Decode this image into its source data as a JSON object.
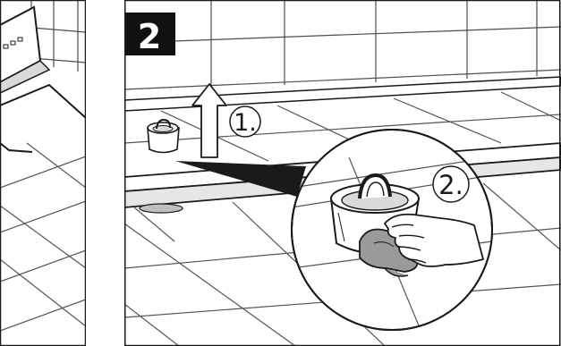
{
  "figure": {
    "step_badge": "2",
    "callouts": {
      "first": "1.",
      "second": "2."
    },
    "icons": {
      "up_arrow": "up-arrow-icon",
      "filter_cup": "drain-filter-icon",
      "hand": "hand-icon",
      "cloth": "cloth-icon"
    },
    "colors": {
      "line": "#1a1a1a",
      "fill_light": "#ffffff",
      "fill_grey": "#d9d9d9",
      "fill_dark_grey": "#9a9a9a",
      "badge": "#111111"
    }
  }
}
